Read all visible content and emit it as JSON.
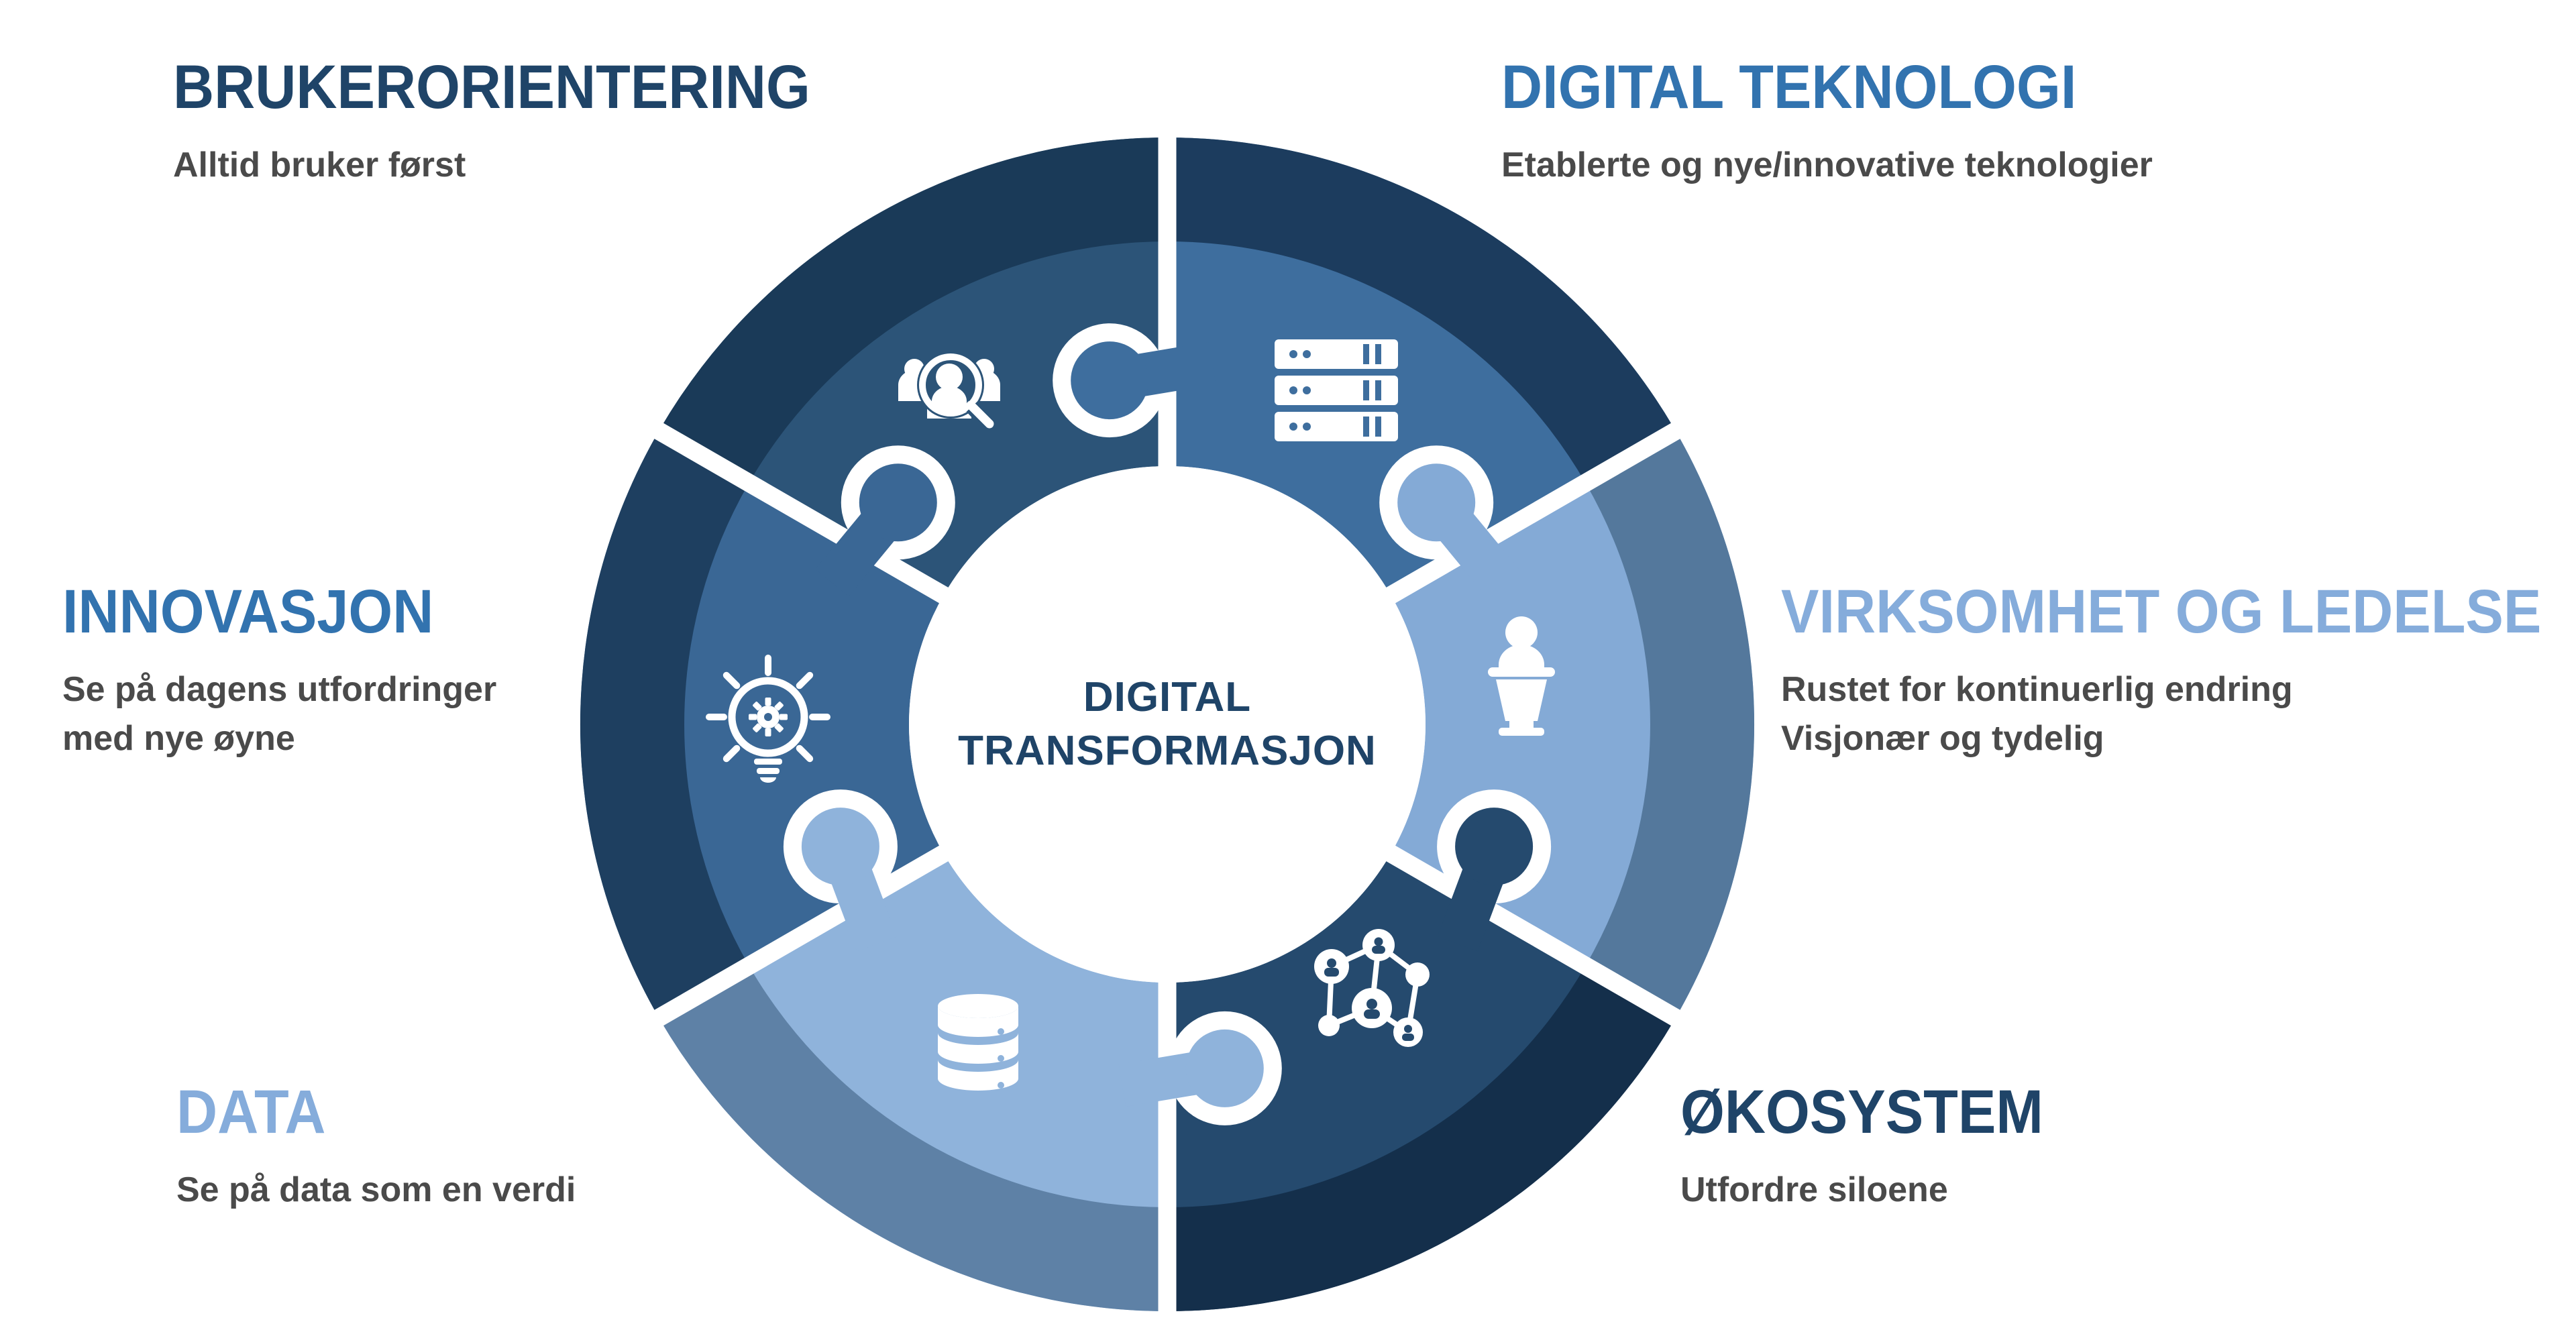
{
  "diagram_title": {
    "line1": "DIGITAL",
    "line2": "TRANSFORMASJON"
  },
  "center_text_color": "#1F4468",
  "background_color": "#FFFFFF",
  "subtitle_color": "#4A4A4A",
  "segments": [
    {
      "id": "digital-teknologi",
      "label": "DIGITAL TEKNOLOGI",
      "label_color": "#3273AF",
      "sublines": [
        "Etablerte og nye/innovative teknologier"
      ],
      "icon": "server-stack-icon",
      "fill": "#3E6E9E",
      "rim": "#1C3C5E"
    },
    {
      "id": "virksomhet-og-ledelse",
      "label": "VIRKSOMHET OG LEDELSE",
      "label_color": "#85ACDB",
      "sublines": [
        "Rustet for kontinuerlig endring",
        "Visjonær og tydelig"
      ],
      "icon": "speaker-podium-icon",
      "fill": "#84AAD6",
      "rim": "#54789C"
    },
    {
      "id": "okosystem",
      "label": "ØKOSYSTEM",
      "label_color": "#1F4468",
      "sublines": [
        "Utfordre siloene"
      ],
      "icon": "people-network-icon",
      "fill": "#254A6E",
      "rim": "#142F4B"
    },
    {
      "id": "data",
      "label": "DATA",
      "label_color": "#85ACDB",
      "sublines": [
        "Se på data som en verdi"
      ],
      "icon": "database-icon",
      "fill": "#8FB3DB",
      "rim": "#5E81A6"
    },
    {
      "id": "innovasjon",
      "label": "INNOVASJON",
      "label_color": "#3273AF",
      "sublines": [
        "Se på dagens utfordringer",
        "med nye øyne"
      ],
      "icon": "lightbulb-gear-icon",
      "fill": "#3A6795",
      "rim": "#1E3F60"
    },
    {
      "id": "brukerorientering",
      "label": "BRUKERORIENTERING",
      "label_color": "#1F4468",
      "sublines": [
        "Alltid bruker først"
      ],
      "icon": "users-search-icon",
      "fill": "#2C5478",
      "rim": "#1A3A58"
    }
  ]
}
